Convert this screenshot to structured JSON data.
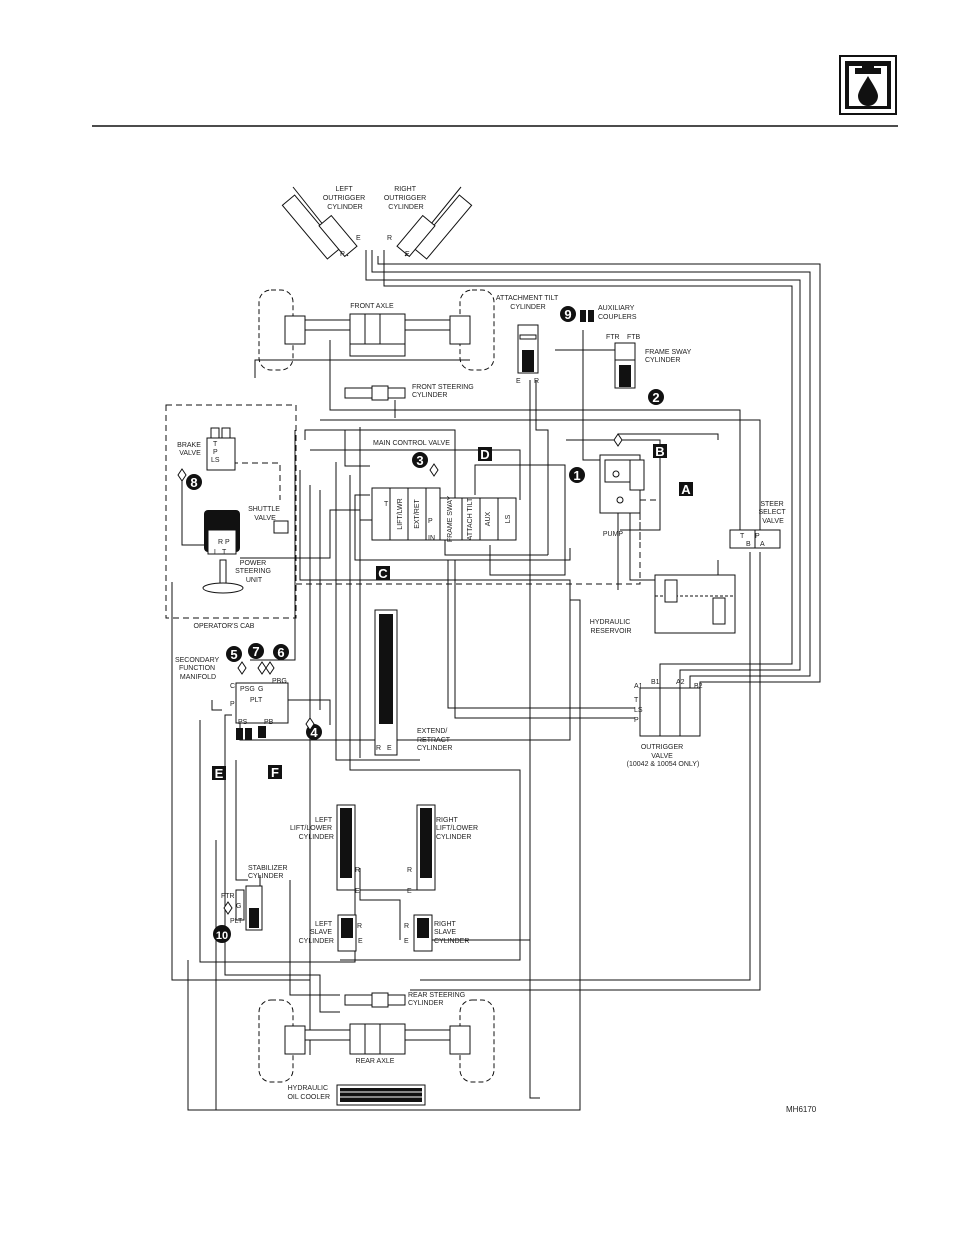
{
  "header": {
    "icon": "hydraulic-drop-icon"
  },
  "figure_id": "MH6170",
  "labels": {
    "left_outrigger": [
      "LEFT",
      "OUTRIGGER",
      "CYLINDER"
    ],
    "right_outrigger": [
      "RIGHT",
      "OUTRIGGER",
      "CYLINDER"
    ],
    "front_axle": "FRONT  AXLE",
    "attachment_tilt": [
      "ATTACHMENT TILT",
      "CYLINDER"
    ],
    "auxiliary": [
      "AUXILIARY",
      "COUPLERS"
    ],
    "frame_sway": [
      "FRAME SWAY",
      "CYLINDER"
    ],
    "front_steering": [
      "FRONT STEERING",
      "CYLINDER"
    ],
    "brake_valve": [
      "BRAKE",
      "VALVE"
    ],
    "main_control_valve": "MAIN CONTROL VALVE",
    "shuttle_valve": [
      "SHUTTLE",
      "VALVE"
    ],
    "power_steering": [
      "POWER",
      "STEERING",
      "UNIT"
    ],
    "operators_cab": "OPERATOR'S  CAB",
    "pump": "PUMP",
    "steer_select": [
      "STEER",
      "SELECT",
      "VALVE"
    ],
    "hydraulic_reservoir": [
      "HYDRAULIC",
      "RESERVOIR"
    ],
    "secondary_manifold": [
      "SECONDARY",
      "FUNCTION",
      "MANIFOLD"
    ],
    "extend_retract": [
      "EXTEND/",
      "RETRACT",
      "CYLINDER"
    ],
    "outrigger_valve": [
      "OUTRIGGER",
      "VALVE",
      "(10042 & 10054 ONLY)"
    ],
    "left_lift": [
      "LEFT",
      "LIFT/LOWER",
      "CYLINDER"
    ],
    "right_lift": [
      "RIGHT",
      "LIFT/LOWER",
      "CYLINDER"
    ],
    "stabilizer": [
      "STABILIZER",
      "CYLINDER"
    ],
    "left_slave": [
      "LEFT",
      "SLAVE",
      "CYLINDER"
    ],
    "right_slave": [
      "RIGHT",
      "SLAVE",
      "CYLINDER"
    ],
    "rear_steering": [
      "REAR STEERING",
      "CYLINDER"
    ],
    "rear_axle": "REAR  AXLE",
    "oil_cooler": [
      "HYDRAULIC",
      "OIL  COOLER"
    ]
  },
  "valve_sections": [
    "LIFT/LWR",
    "EXT/RET",
    "FRAME SWAY",
    "ATTACH TILT",
    "AUX",
    "LS"
  ],
  "port_labels": {
    "ftr": "FTR",
    "ftb": "FTB",
    "psg": "PSG",
    "g": "G",
    "pbg": "PBG",
    "plt": "PLT",
    "ps": "PS",
    "pb": "PB",
    "a1": "A1",
    "b1": "B1",
    "a2": "A2",
    "b2": "B2",
    "r": "R",
    "e": "E",
    "c": "C",
    "p": "P",
    "t": "T",
    "l": "L",
    "ls": "LS",
    "in": "IN",
    "b": "B",
    "a": "A"
  },
  "callout_numbers": [
    "1",
    "2",
    "3",
    "4",
    "5",
    "6",
    "7",
    "8",
    "9",
    "10"
  ],
  "callout_letters": [
    "A",
    "B",
    "C",
    "D",
    "E",
    "F"
  ]
}
